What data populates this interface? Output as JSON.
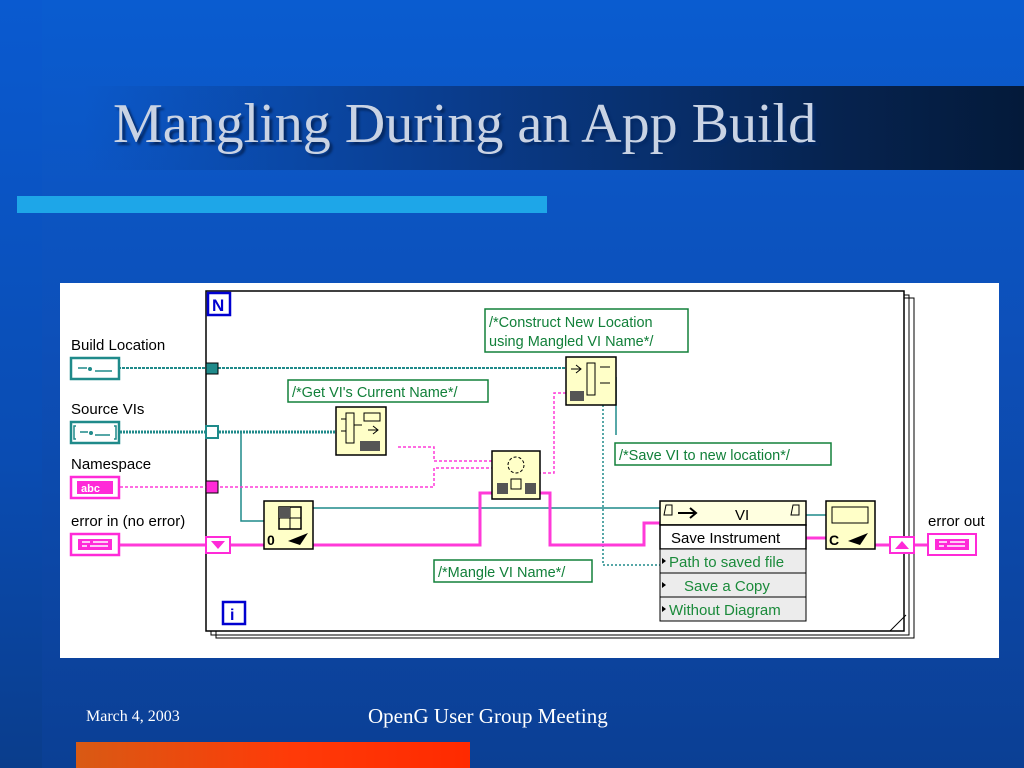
{
  "slide": {
    "title": "Mangling During an App Build",
    "footer_date": "March 4, 2003",
    "footer_center": "OpenG User Group Meeting"
  },
  "diagram": {
    "frame_label": "N",
    "iteration_label": "i",
    "controls": {
      "build_location": "Build Location",
      "source_vis": "Source VIs",
      "namespace": "Namespace",
      "error_in": "error in (no error)",
      "error_out": "error out",
      "abc_glyph": "abc",
      "array_glyph": "[]"
    },
    "comments": {
      "construct": [
        "/*Construct New Location",
        "using Mangled VI Name*/"
      ],
      "get_name": "/*Get VI's Current Name*/",
      "save_vi": "/*Save VI to new location*/",
      "mangle": "/*Mangle VI Name*/"
    },
    "invoke_node": {
      "class": "VI",
      "method": "Save Instrument",
      "params": [
        "Path to saved file",
        "Save a Copy",
        "Without Diagram"
      ]
    },
    "node_labels": {
      "index_zero": "0",
      "close_c": "C"
    },
    "colors": {
      "path_wire": "#1f8a8a",
      "string_wire": "#ff3ad8",
      "error_wire": "#ff3ad8",
      "node_fill": "#ffffc8",
      "comment_text": "#12803a",
      "frame_blue": "#0000d0"
    }
  }
}
